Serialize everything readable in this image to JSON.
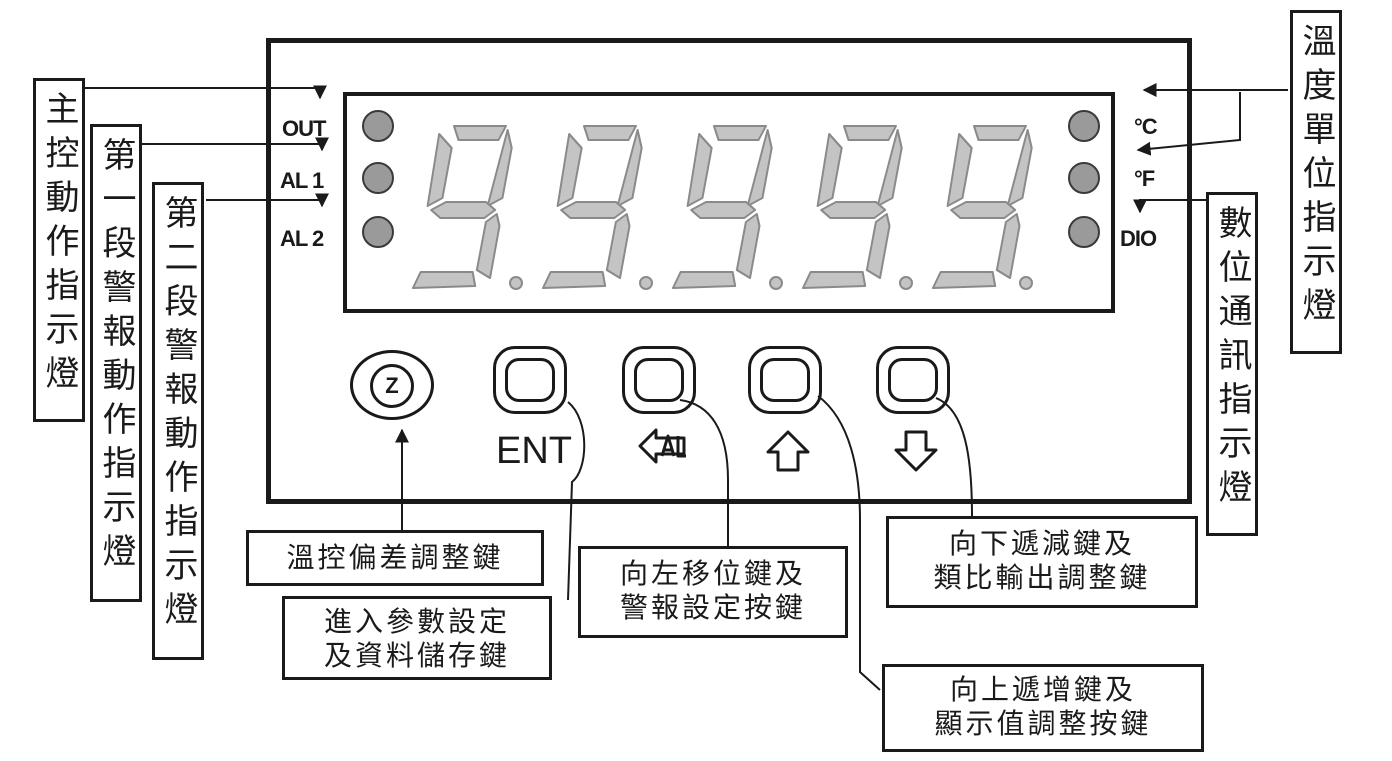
{
  "display": {
    "digits": [
      "9",
      "9",
      "9",
      "9",
      "9"
    ]
  },
  "panel_labels": {
    "out": "OUT",
    "al1": "AL 1",
    "al2": "AL 2",
    "celsius": "°C",
    "fahrenheit": "°F",
    "dio": "DIO"
  },
  "keys": {
    "ent": "ENT",
    "z": "Z"
  },
  "callouts": {
    "main_control": "主控動作指示燈",
    "alarm1": "第一段警報動作指示燈",
    "alarm2": "第二段警報動作指示燈",
    "temp_unit": "溫度單位指示燈",
    "digital_comm": "數位通訊指示燈",
    "offset_key": "溫控偏差調整鍵",
    "enter_key": [
      "進入參數設定",
      "及資料儲存鍵"
    ],
    "left_key": [
      "向左移位鍵及",
      "警報設定按鍵"
    ],
    "down_key": [
      "向下遞減鍵及",
      "類比輸出調整鍵"
    ],
    "up_key": [
      "向上遞增鍵及",
      "顯示值調整按鍵"
    ]
  },
  "colors": {
    "lamp": "#9a9a9a",
    "segment": "#c4c4c4",
    "ink": "#1a1a1a"
  }
}
